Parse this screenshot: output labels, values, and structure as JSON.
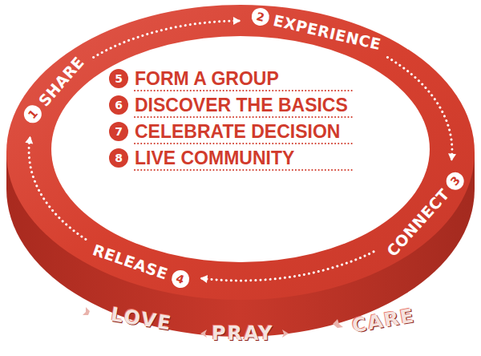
{
  "diagram": {
    "nodes": [
      {
        "text": [
          "1",
          "SHARE"
        ]
      },
      {
        "text": [
          "2",
          "EXPERIENCE"
        ]
      },
      {
        "text": [
          "CONNECT",
          "3"
        ]
      },
      {
        "text": [
          "RELEASE",
          "4"
        ]
      }
    ],
    "edges": [
      {
        "from": 0,
        "to": 1,
        "arrow": "to"
      },
      {
        "from": 1,
        "to": 2,
        "arrow": "to"
      },
      {
        "from": 2,
        "to": 3,
        "arrow": "to"
      },
      {
        "from": 3,
        "to": 0,
        "arrow": "to"
      }
    ],
    "labels": [
      "5",
      "FORM A GROUP",
      "6",
      "DISCOVER THE BASICS",
      "7",
      "CELEBRATE DECISION",
      "8",
      "LIVE COMMUNITY",
      "LOVE",
      "PRAY",
      "CARE"
    ]
  }
}
